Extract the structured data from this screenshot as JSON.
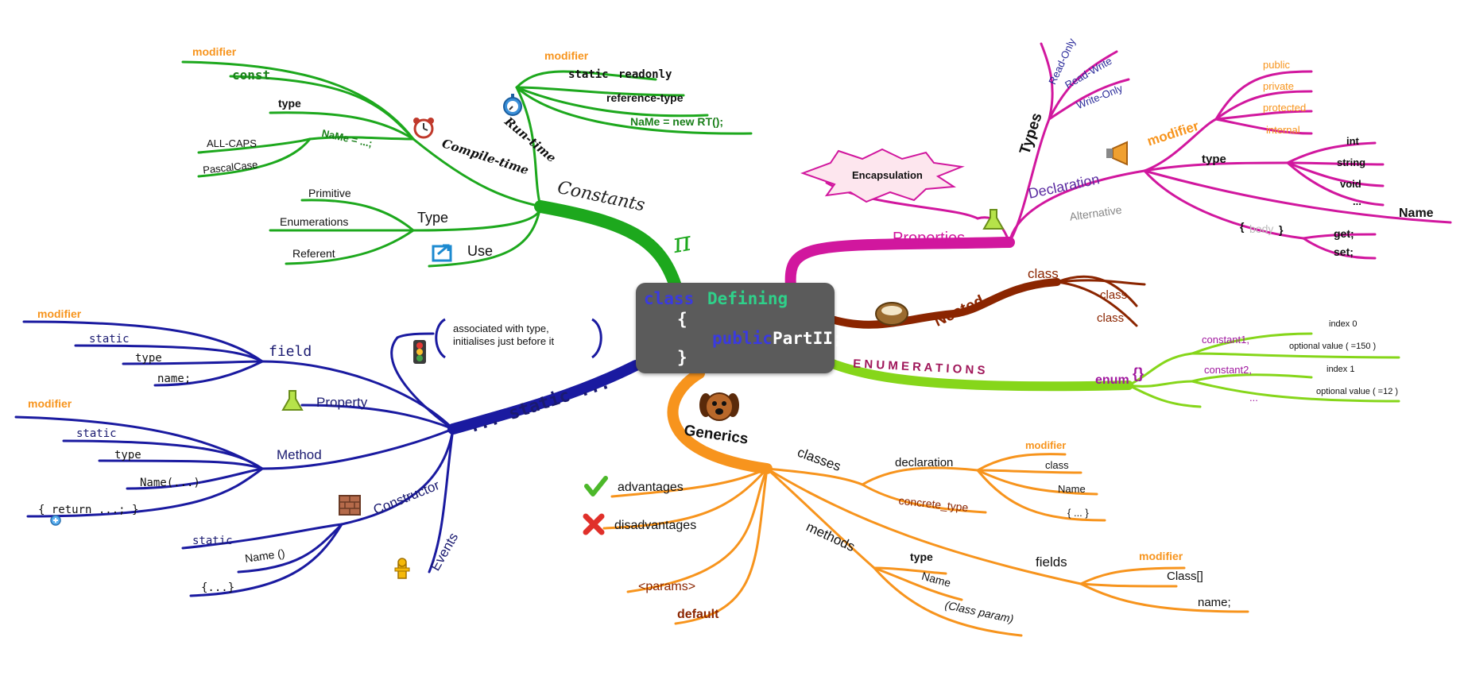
{
  "center": {
    "kw": "class",
    "name": "Defining",
    "open": "{",
    "public": "public",
    "part": "PartII;",
    "close": "}"
  },
  "constants": {
    "title": "Constants",
    "compile_time": "Compile-time",
    "run_time": "Run-time",
    "ct_modifier": "modifier",
    "ct_const": "const",
    "ct_type": "type",
    "ct_name": "NaMe = ...;",
    "ct_allcaps": "ALL-CAPS",
    "ct_pascal": "PascalCase",
    "rt_modifier": "modifier",
    "rt_static": "static",
    "rt_readonly": "readonly",
    "rt_reftype": "reference-type",
    "rt_name": "NaMe = new RT();",
    "type": "Type",
    "primitive": "Primitive",
    "enumerations": "Enumerations",
    "referent": "Referent",
    "use": "Use"
  },
  "properties": {
    "title": "Properties",
    "types": "Types",
    "read_only": "Read-Only",
    "read_write": "Read-Write",
    "write_only": "Write-Only",
    "declaration": "Declaration",
    "alternative": "Alternative",
    "encapsulation": "Encapsulation",
    "modifier": "modifier",
    "public": "public",
    "private": "private",
    "protected": "protected",
    "internal": "internal",
    "type": "type",
    "int": "int",
    "string": "string",
    "void": "void",
    "dots": "...",
    "name": "Name",
    "body_open": "{",
    "body": "body",
    "body_close": "}",
    "get": "get;",
    "set": "set;"
  },
  "nested": {
    "title": "Nested",
    "class1": "class",
    "class2": "class",
    "class3": "class"
  },
  "enumerations": {
    "title": "E N U M E R A T I O N S",
    "enum": "enum",
    "braces": "{}",
    "constant1": "constant1,",
    "constant2": "constant2,",
    "index0": "index 0",
    "index1": "index 1",
    "opt1": "optional value ( =150 )",
    "opt2": "optional value ( =12 )",
    "dots": "..."
  },
  "generics": {
    "title": "Generics",
    "classes": "classes",
    "declaration": "declaration",
    "modifier": "modifier",
    "class": "class",
    "name": "Name",
    "body": "{ ... }",
    "concrete": "concrete_type",
    "methods": "methods",
    "m_type": "type",
    "m_name": "Name",
    "m_param": "(Class param)",
    "fields": "fields",
    "f_modifier": "modifier",
    "f_class": "Class[]",
    "f_name": "name;",
    "advantages": "advantages",
    "disadvantages": "disadvantages",
    "params": "<params>",
    "default": "default"
  },
  "static_branch": {
    "title": "... static ...",
    "note_line1": "associated with type,",
    "note_line2": "initialises just before it",
    "field": "field",
    "f_modifier": "modifier",
    "f_static": "static",
    "f_type": "type",
    "f_name": "name;",
    "property": "Property",
    "method": "Method",
    "m_modifier": "modifier",
    "m_static": "static",
    "m_type": "type",
    "m_name": "Name(...)",
    "m_return": "{ return ...; }",
    "constructor": "Constructor",
    "c_static": "static",
    "c_name": "Name ()",
    "c_body": "{...}",
    "events": "Events"
  },
  "colors": {
    "constants": "#1da81d",
    "properties": "#d1179e",
    "nested": "#8b2500",
    "enumerations": "#86d61a",
    "generics": "#f7941d",
    "static": "#1a1aa0",
    "center_bg": "#5b5b5b"
  },
  "icons": [
    "alarm-clock-icon",
    "stopwatch-icon",
    "pi-symbol-icon",
    "share-arrow-icon",
    "flask-icon",
    "megaphone-icon",
    "encapsulation-burst-icon",
    "nest-icon",
    "dog-face-icon",
    "checkmark-icon",
    "cross-icon",
    "traffic-light-icon",
    "brick-wall-icon",
    "fire-hydrant-icon",
    "plus-bubble-icon"
  ]
}
